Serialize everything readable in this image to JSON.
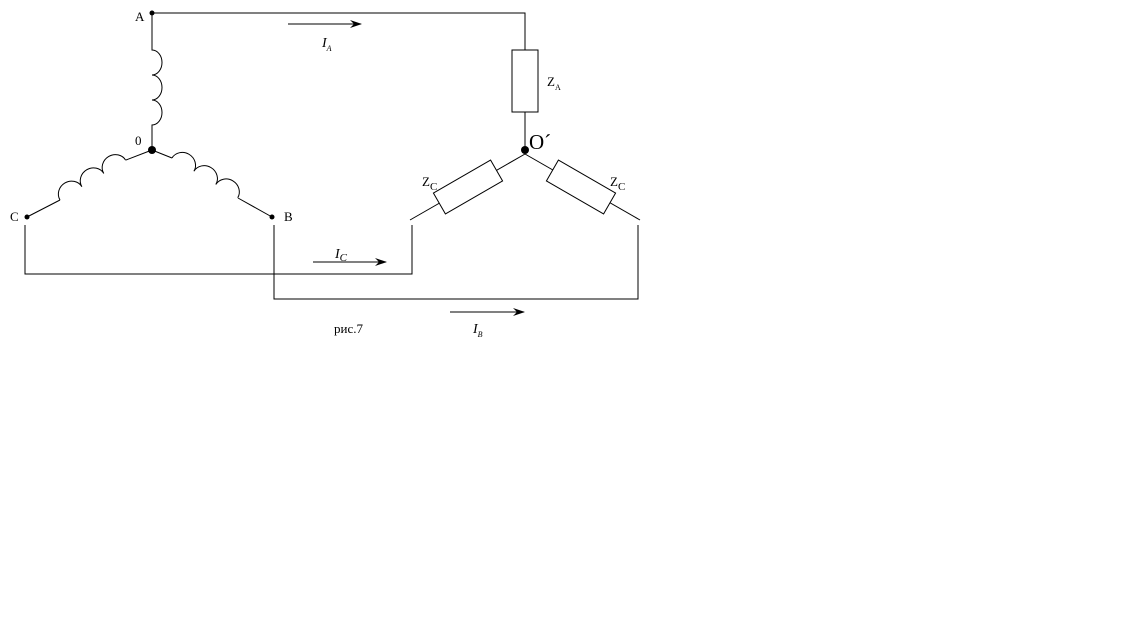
{
  "source": {
    "node_a": "A",
    "node_b": "B",
    "node_c": "C",
    "neutral": "0"
  },
  "load": {
    "neutral": "O´",
    "za": {
      "main": "Z",
      "sub": "A"
    },
    "zc_left": {
      "main": "Z",
      "sub": "C"
    },
    "zc_right": {
      "main": "Z",
      "sub": "C"
    }
  },
  "currents": {
    "ia": {
      "main": "I",
      "sub": "A"
    },
    "ib": {
      "main": "I",
      "sub": "B"
    },
    "ic": {
      "main": "I",
      "sub": "C"
    }
  },
  "caption": "рис.7"
}
